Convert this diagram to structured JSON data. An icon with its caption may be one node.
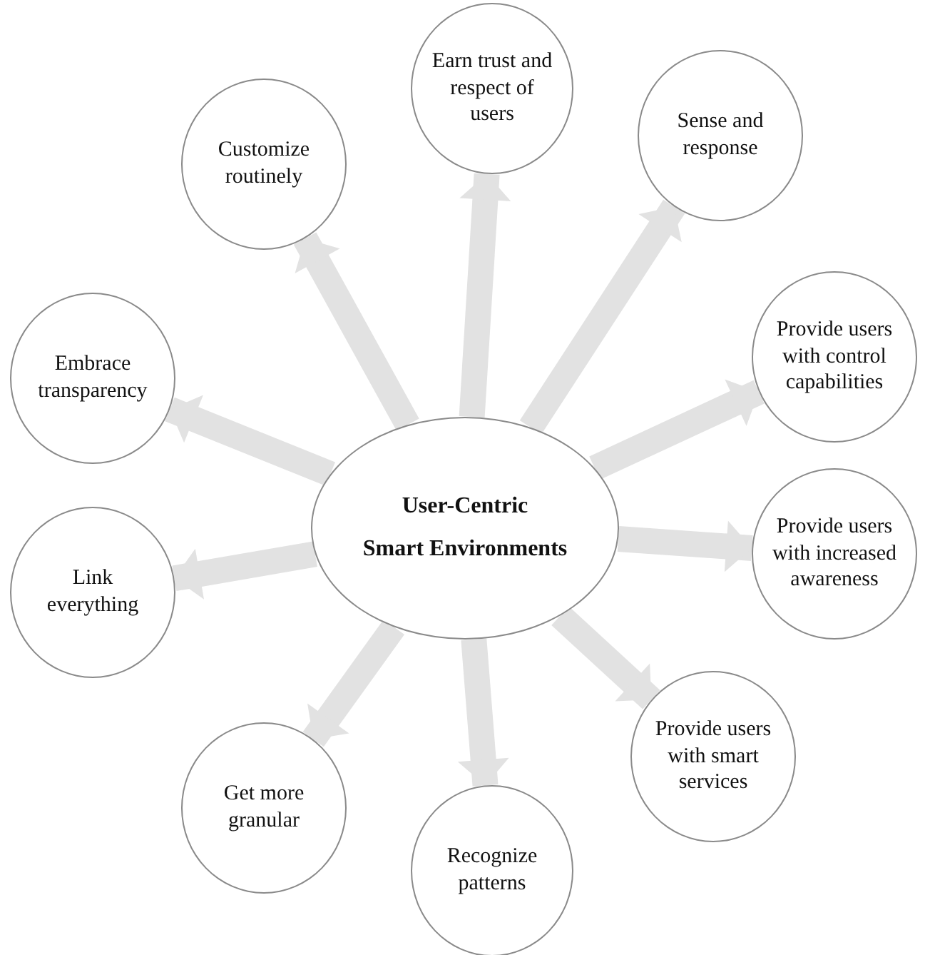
{
  "diagram": {
    "nodes": [
      {
        "text": [
          "User-Centric",
          "Smart Environments"
        ]
      },
      {
        "text": [
          "Earn trust and respect of users"
        ]
      },
      {
        "text": [
          "Sense and response"
        ]
      },
      {
        "text": [
          "Provide users with control capabilities"
        ]
      },
      {
        "text": [
          "Provide users with increased awareness"
        ]
      },
      {
        "text": [
          "Provide users with smart services"
        ]
      },
      {
        "text": [
          "Recognize patterns"
        ]
      },
      {
        "text": [
          "Get more granular"
        ]
      },
      {
        "text": [
          "Link everything"
        ]
      },
      {
        "text": [
          "Embrace transparency"
        ]
      },
      {
        "text": [
          "Customize routinely"
        ]
      }
    ],
    "edges": [
      {
        "from": 0,
        "to": 1,
        "arrow": "to"
      },
      {
        "from": 0,
        "to": 2,
        "arrow": "to"
      },
      {
        "from": 0,
        "to": 3,
        "arrow": "to"
      },
      {
        "from": 0,
        "to": 4,
        "arrow": "to"
      },
      {
        "from": 0,
        "to": 5,
        "arrow": "to"
      },
      {
        "from": 0,
        "to": 6,
        "arrow": "to"
      },
      {
        "from": 0,
        "to": 7,
        "arrow": "to"
      },
      {
        "from": 0,
        "to": 8,
        "arrow": "to"
      },
      {
        "from": 0,
        "to": 9,
        "arrow": "to"
      },
      {
        "from": 0,
        "to": 10,
        "arrow": "to"
      }
    ]
  }
}
